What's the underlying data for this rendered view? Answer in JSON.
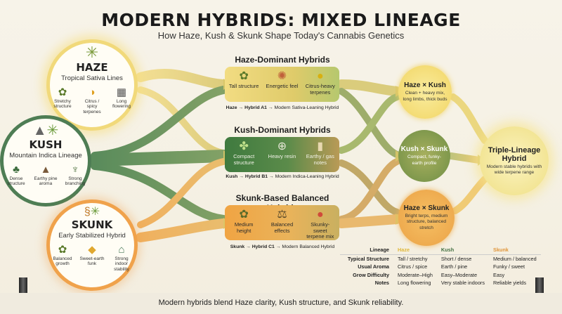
{
  "title": "MODERN HYBRIDS: MIXED LINEAGE",
  "subtitle": "How Haze, Kush & Skunk Shape Today's Cannabis Genetics",
  "parents": {
    "haze": {
      "name": "HAZE",
      "subtitle": "Tropical Sativa Lines",
      "traits": [
        {
          "icon": "plant-icon",
          "label": "Stretchy structure"
        },
        {
          "icon": "citrus-icon",
          "label": "Citrus / spicy terpenes"
        },
        {
          "icon": "calendar-icon",
          "label": "Long flowering"
        }
      ]
    },
    "kush": {
      "name": "KUSH",
      "subtitle": "Mountain Indica Lineage",
      "traits": [
        {
          "icon": "plant-icon",
          "label": "Dense structure"
        },
        {
          "icon": "soil-icon",
          "label": "Earthy pine aroma"
        },
        {
          "icon": "branch-icon",
          "label": "Strong branching"
        }
      ]
    },
    "skunk": {
      "name": "SKUNK",
      "subtitle": "Early Stabilized Hybrid",
      "traits": [
        {
          "icon": "plant-icon",
          "label": "Balanced growth"
        },
        {
          "icon": "cheese-icon",
          "label": "Sweet-earth funk"
        },
        {
          "icon": "greenhouse-icon",
          "label": "Strong indoor stability"
        }
      ]
    }
  },
  "groups": [
    {
      "title": "Haze-Dominant Hybrids",
      "traits": [
        {
          "icon": "plant-icon",
          "label": "Tall structure"
        },
        {
          "icon": "brain-icon",
          "label": "Energetic feel"
        },
        {
          "icon": "lemon-icon",
          "label": "Citrus-heavy terpenes"
        }
      ],
      "caption_bold": "Haze → Hybrid A1",
      "caption_rest": "→ Modern Sativa-Leaning Hybrid"
    },
    {
      "title": "Kush-Dominant Hybrids",
      "traits": [
        {
          "icon": "bud-icon",
          "label": "Compact structure"
        },
        {
          "icon": "magnifier-icon",
          "label": "Heavy resin"
        },
        {
          "icon": "gas-pump-icon",
          "label": "Earthy / gas notes"
        }
      ],
      "caption_bold": "Kush → Hybrid B1",
      "caption_rest": "→ Modern Indica-Leaning Hybrid"
    },
    {
      "title": "Skunk-Based Balanced Hybrids",
      "traits": [
        {
          "icon": "plant-icon",
          "label": "Medium height"
        },
        {
          "icon": "scale-icon",
          "label": "Balanced effects"
        },
        {
          "icon": "fruit-icon",
          "label": "Skunky-sweet terpene mix"
        }
      ],
      "caption_bold": "Skunk → Hybrid C1",
      "caption_rest": "→ Modern Balanced Hybrid"
    }
  ],
  "crosses": {
    "haze_kush": {
      "title": "Haze × Kush",
      "desc": "Clean + heavy mix, long limbs, thick buds"
    },
    "kush_skunk": {
      "title": "Kush × Skunk",
      "desc": "Compact, funky-earth profile"
    },
    "haze_skunk": {
      "title": "Haze × Skunk",
      "desc": "Bright terps, medium structure, balanced stretch"
    },
    "triple": {
      "title": "Triple-Lineage Hybrid",
      "desc": "Modern stable hybrids with wide terpene range"
    }
  },
  "table": {
    "headers": [
      "Lineage",
      "Haze",
      "Kush",
      "Skunk"
    ],
    "header_colors": [
      "#222222",
      "#e0b83a",
      "#3f6e3f",
      "#e0953a"
    ],
    "rows": [
      {
        "label": "Typical Structure",
        "haze": "Tall / stretchy",
        "kush": "Short / dense",
        "skunk": "Medium / balanced"
      },
      {
        "label": "Usual Aroma",
        "haze": "Citrus / spice",
        "kush": "Earth / pine",
        "skunk": "Funky / sweet"
      },
      {
        "label": "Grow Difficulty",
        "haze": "Moderate–High",
        "kush": "Easy–Moderate",
        "skunk": "Easy"
      },
      {
        "label": "Notes",
        "haze": "Long flowering",
        "kush": "Very stable indoors",
        "skunk": "Reliable yields"
      }
    ]
  },
  "footer": "Modern hybrids blend Haze clarity, Kush structure, and Skunk reliability.",
  "colors": {
    "haze": "#f1d97a",
    "kush": "#4e7d54",
    "skunk": "#f0a24b"
  }
}
